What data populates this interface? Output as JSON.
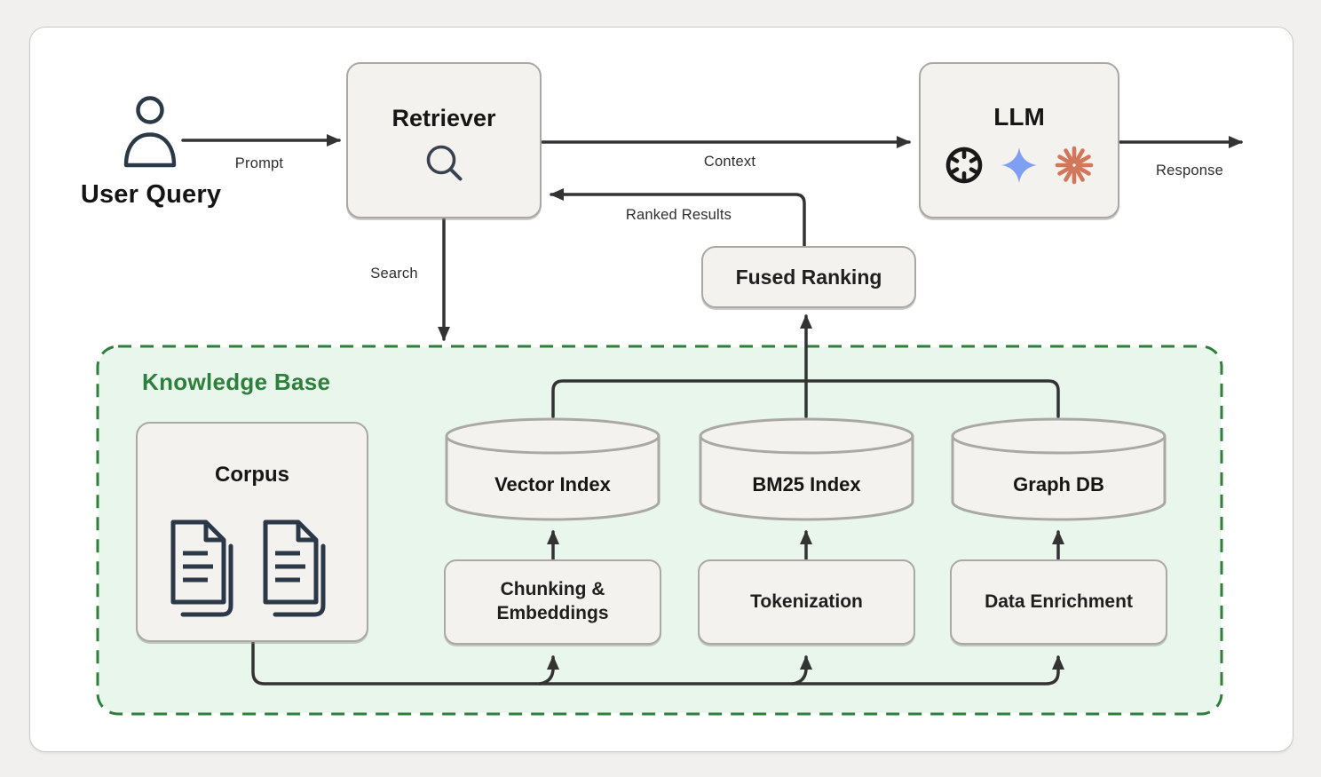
{
  "diagram_type": "rag-architecture-flow",
  "colors": {
    "canvas_bg": "#f1f0ee",
    "card_bg": "#ffffff",
    "card_border": "#c9c8c6",
    "node_fill": "#f4f2ee",
    "node_border": "#a9a8a5",
    "arrow": "#333333",
    "knowledge_base_fill": "#e9f6ec",
    "knowledge_base_green": "#2e7e3c",
    "dark_icon_navy": "#2b3848",
    "openai_black": "#191919",
    "gemini_blue": "#7e9ff2",
    "claude_orange": "#d3775a"
  },
  "nodes": {
    "user_query": {
      "label": "User Query",
      "icon": "user-icon"
    },
    "retriever": {
      "label": "Retriever",
      "icon": "search-icon"
    },
    "llm": {
      "label": "LLM",
      "icons": [
        "openai-icon",
        "gemini-icon",
        "claude-icon"
      ]
    },
    "fused_ranking": {
      "label": "Fused Ranking"
    },
    "knowledge_base": {
      "label": "Knowledge Base"
    },
    "corpus": {
      "label": "Corpus",
      "icon": "documents-icon"
    },
    "vector_index": {
      "label": "Vector Index",
      "shape": "cylinder"
    },
    "bm25_index": {
      "label": "BM25 Index",
      "shape": "cylinder"
    },
    "graph_db": {
      "label": "Graph DB",
      "shape": "cylinder"
    },
    "chunking_embeddings": {
      "line1": "Chunking &",
      "line2": "Embeddings"
    },
    "tokenization": {
      "label": "Tokenization"
    },
    "data_enrichment": {
      "label": "Data Enrichment"
    }
  },
  "edge_labels": {
    "prompt": "Prompt",
    "context": "Context",
    "ranked_results": "Ranked Results",
    "response": "Response",
    "search": "Search"
  },
  "edges": [
    {
      "from": "user_query",
      "to": "retriever",
      "label": "Prompt"
    },
    {
      "from": "retriever",
      "to": "llm",
      "label": "Context"
    },
    {
      "from": "fused_ranking",
      "to": "retriever",
      "label": "Ranked Results"
    },
    {
      "from": "llm",
      "to": "out",
      "label": "Response"
    },
    {
      "from": "retriever",
      "to": "knowledge_base",
      "label": "Search"
    },
    {
      "from": "vector_index",
      "to": "fused_ranking"
    },
    {
      "from": "bm25_index",
      "to": "fused_ranking"
    },
    {
      "from": "graph_db",
      "to": "fused_ranking"
    },
    {
      "from": "chunking_embeddings",
      "to": "vector_index"
    },
    {
      "from": "tokenization",
      "to": "bm25_index"
    },
    {
      "from": "data_enrichment",
      "to": "graph_db"
    },
    {
      "from": "corpus",
      "to": "chunking_embeddings"
    },
    {
      "from": "corpus",
      "to": "tokenization"
    },
    {
      "from": "corpus",
      "to": "data_enrichment"
    }
  ]
}
